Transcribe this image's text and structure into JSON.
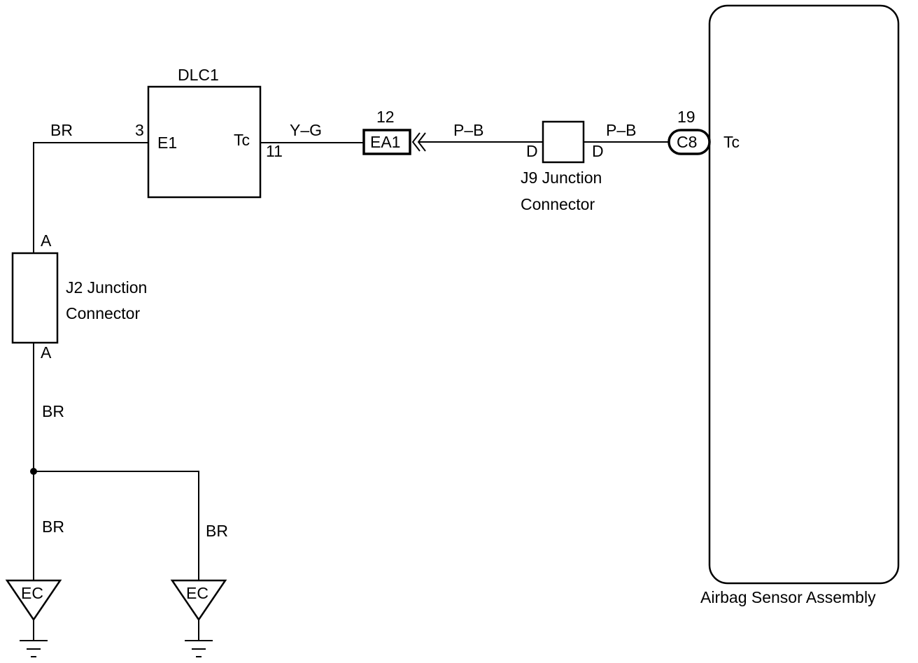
{
  "dlc1": {
    "name": "DLC1",
    "pin_e1_num": "3",
    "pin_e1": "E1",
    "pin_tc": "Tc",
    "pin_tc_num": "11"
  },
  "wires": {
    "br_top": "BR",
    "yg": "Y–G",
    "pb_left": "P–B",
    "pb_right": "P–B",
    "br_mid": "BR",
    "br_left_lower": "BR",
    "br_right_lower": "BR"
  },
  "ea1": {
    "name": "EA1",
    "pin": "12"
  },
  "j9": {
    "pin_left": "D",
    "pin_right": "D",
    "label_line1": "J9 Junction",
    "label_line2": "Connector"
  },
  "c8": {
    "name": "C8",
    "pin": "19"
  },
  "airbag": {
    "pin": "Tc",
    "label": "Airbag Sensor Assembly"
  },
  "j2": {
    "pin_top": "A",
    "pin_bottom": "A",
    "label_line1": "J2 Junction",
    "label_line2": "Connector"
  },
  "grounds": [
    {
      "label": "EC"
    },
    {
      "label": "EC"
    }
  ]
}
